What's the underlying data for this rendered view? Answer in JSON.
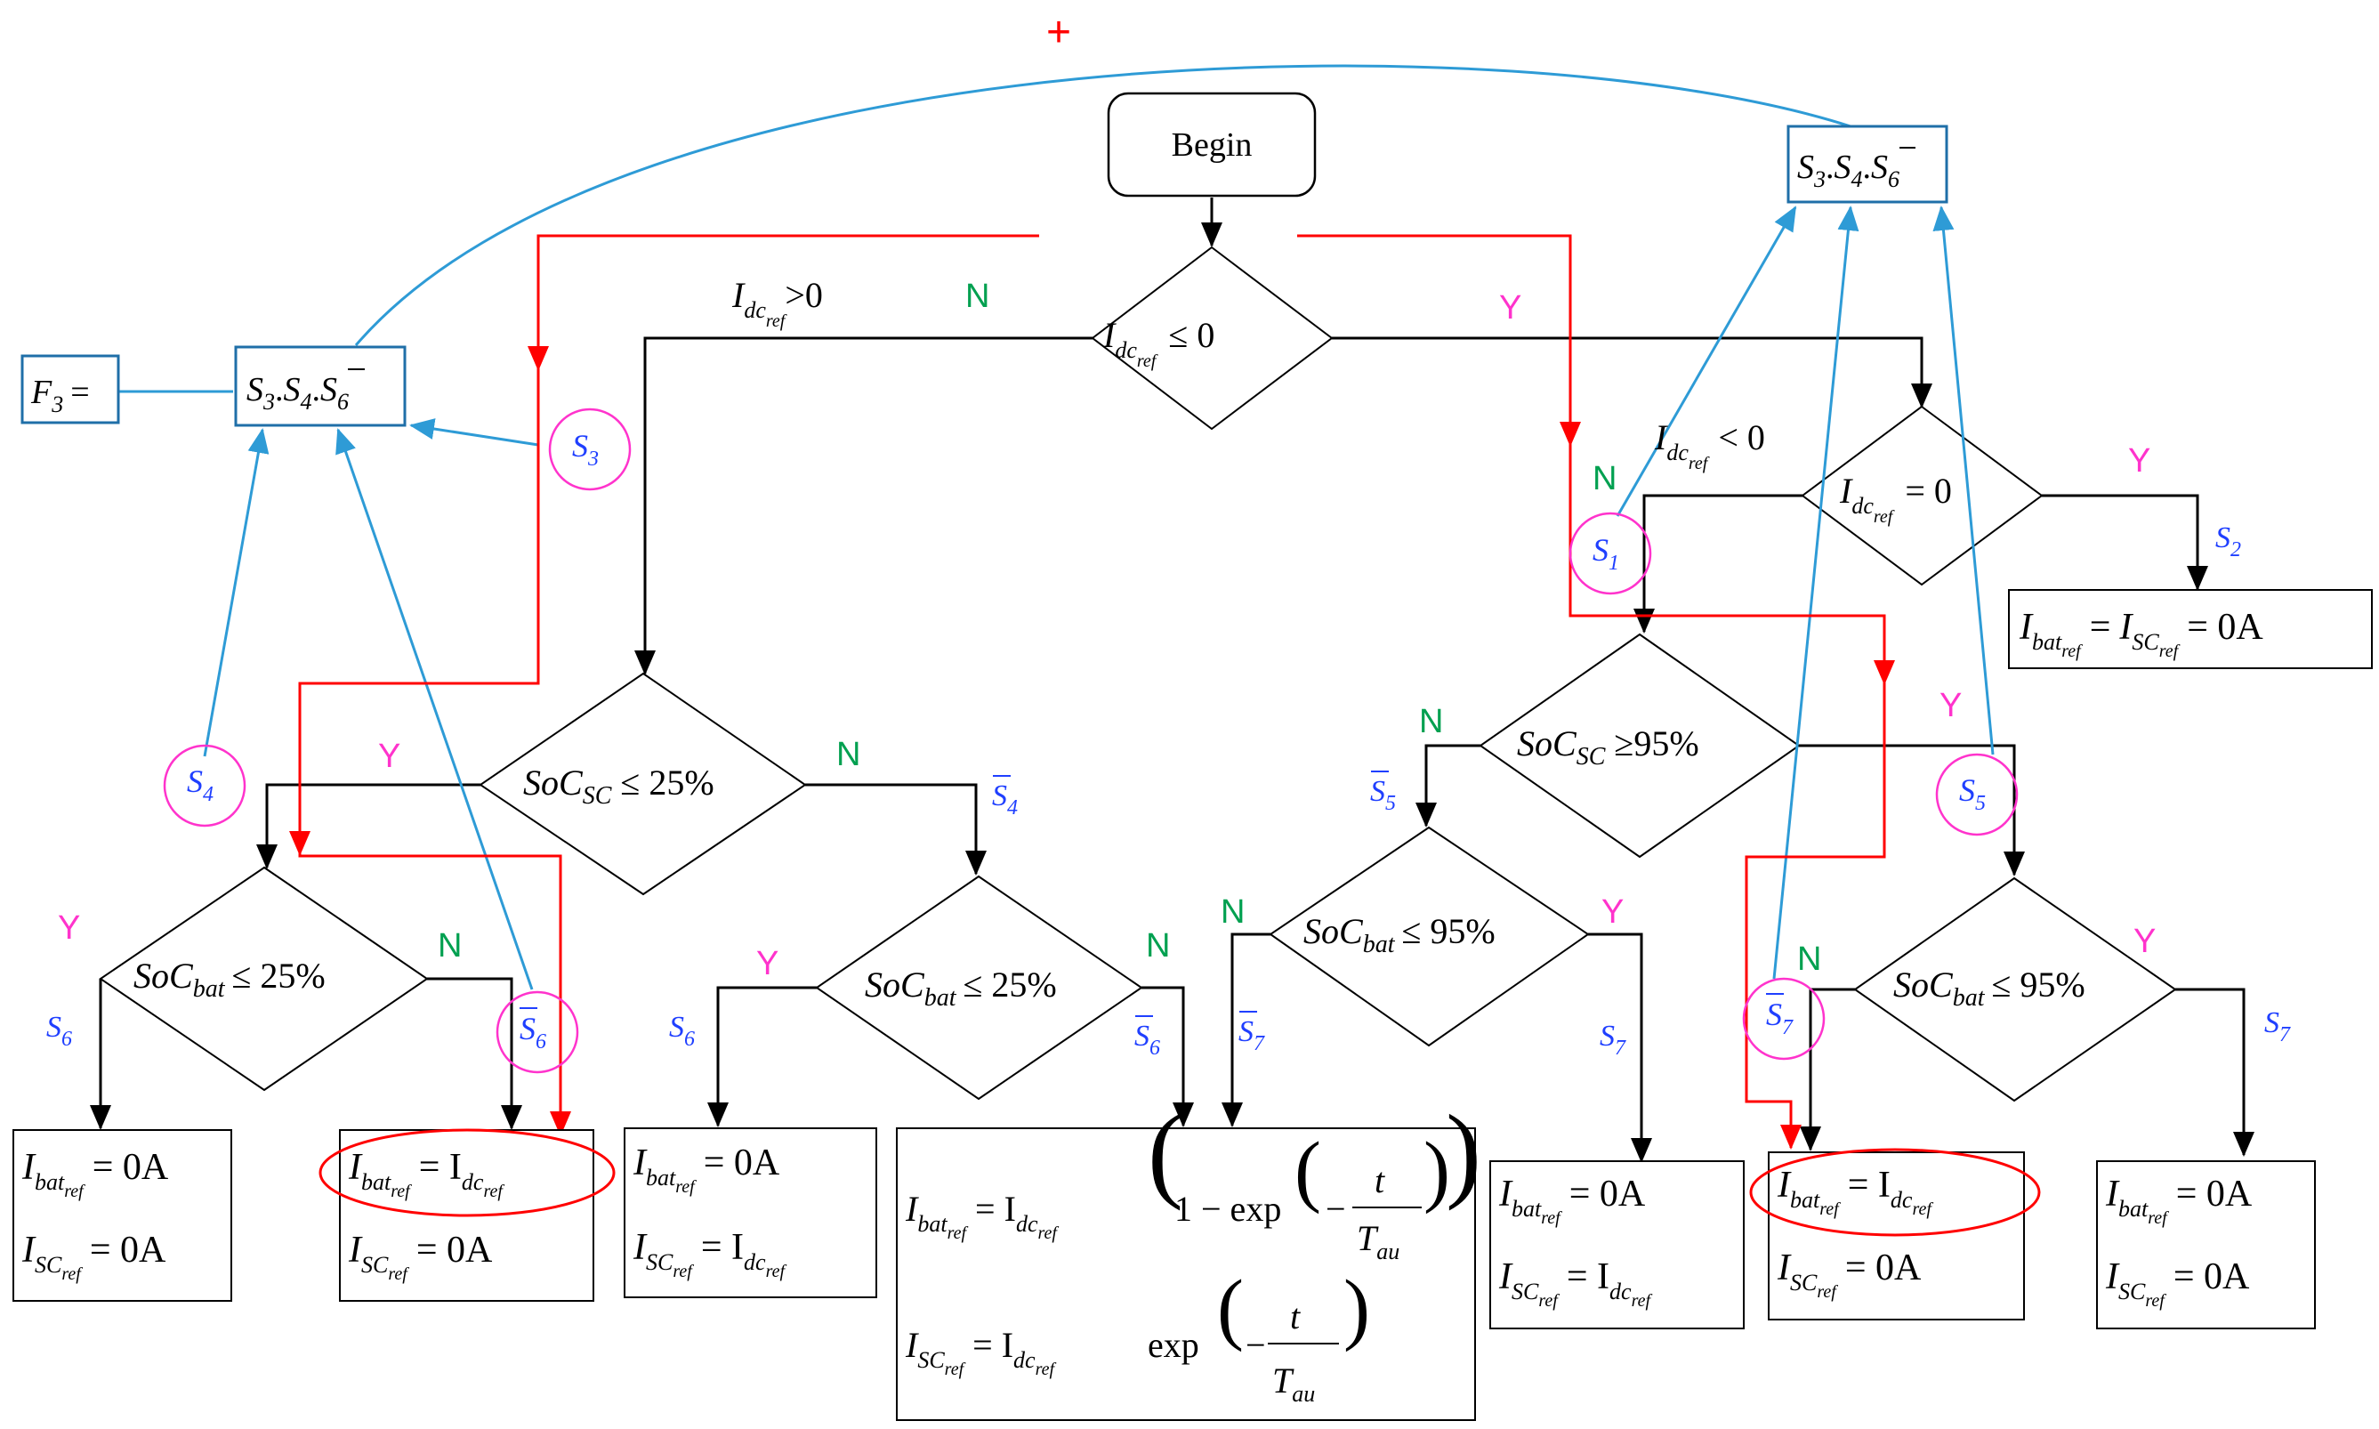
{
  "begin": "Begin",
  "plus": "+",
  "f3": "F",
  "f3_sub": "3",
  "f3_eq": "=",
  "yes": "Y",
  "no": "N",
  "idc_gt0_tail": ">0",
  "idc_lt0_tail": "< 0",
  "le0": "≤ 0",
  "eq0": "= 0",
  "le25": "≤ 25%",
  "ge95": "≥95%",
  "le95": "≤ 95%",
  "s1": "1",
  "s2": "2",
  "s3": "3",
  "s4": "4",
  "s5": "5",
  "s6": "6",
  "s7": "7",
  "zeroA": "= 0A",
  "eq_idc": "= I",
  "exp": "exp",
  "one_minus": "1 − exp",
  "t": "t",
  "tau": "T",
  "au": "au",
  "minus": "−",
  "combo_bat_sc": "= I",
  "eq": "=",
  "colors": {
    "black": "#000000",
    "red": "#ff0000",
    "blue": "#2e9bd6",
    "green": "#00a050",
    "magenta": "#ff33cc",
    "boxblue": "#1f6fa8",
    "label_blue": "#1f3fff"
  }
}
